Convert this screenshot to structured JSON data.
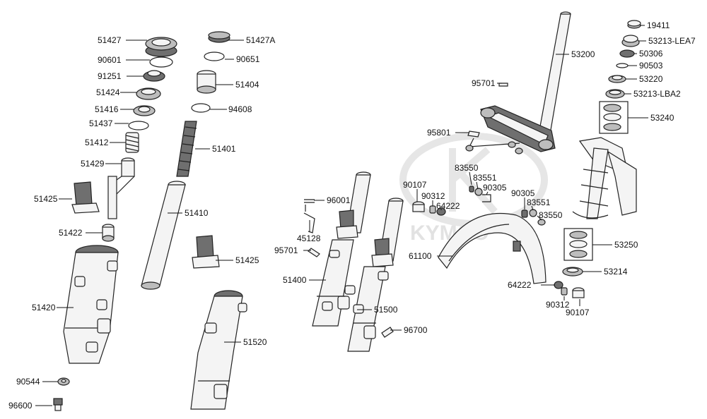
{
  "watermark": "KYMCO",
  "labels": [
    {
      "id": "51427",
      "text": "51427"
    },
    {
      "id": "51427A",
      "text": "51427A"
    },
    {
      "id": "90601",
      "text": "90601"
    },
    {
      "id": "90651",
      "text": "90651"
    },
    {
      "id": "91251",
      "text": "91251"
    },
    {
      "id": "51404",
      "text": "51404"
    },
    {
      "id": "51424",
      "text": "51424"
    },
    {
      "id": "51416",
      "text": "51416"
    },
    {
      "id": "94608",
      "text": "94608"
    },
    {
      "id": "51437",
      "text": "51437"
    },
    {
      "id": "51412",
      "text": "51412"
    },
    {
      "id": "51401",
      "text": "51401"
    },
    {
      "id": "51429",
      "text": "51429"
    },
    {
      "id": "51425a",
      "text": "51425"
    },
    {
      "id": "51410",
      "text": "51410"
    },
    {
      "id": "51422",
      "text": "51422"
    },
    {
      "id": "51425b",
      "text": "51425"
    },
    {
      "id": "51420",
      "text": "51420"
    },
    {
      "id": "51520",
      "text": "51520"
    },
    {
      "id": "90544",
      "text": "90544"
    },
    {
      "id": "96600",
      "text": "96600"
    },
    {
      "id": "96001",
      "text": "96001"
    },
    {
      "id": "45128",
      "text": "45128"
    },
    {
      "id": "95701a",
      "text": "95701"
    },
    {
      "id": "51400",
      "text": "51400"
    },
    {
      "id": "51500",
      "text": "51500"
    },
    {
      "id": "96700",
      "text": "96700"
    },
    {
      "id": "90107a",
      "text": "90107"
    },
    {
      "id": "90312a",
      "text": "90312"
    },
    {
      "id": "64222a",
      "text": "64222"
    },
    {
      "id": "83550a",
      "text": "83550"
    },
    {
      "id": "83551a",
      "text": "83551"
    },
    {
      "id": "90305a",
      "text": "90305"
    },
    {
      "id": "95801",
      "text": "95801"
    },
    {
      "id": "95701b",
      "text": "95701"
    },
    {
      "id": "53200",
      "text": "53200"
    },
    {
      "id": "61100",
      "text": "61100"
    },
    {
      "id": "90305b",
      "text": "90305"
    },
    {
      "id": "83551b",
      "text": "83551"
    },
    {
      "id": "83550b",
      "text": "83550"
    },
    {
      "id": "64222b",
      "text": "64222"
    },
    {
      "id": "90312b",
      "text": "90312"
    },
    {
      "id": "90107b",
      "text": "90107"
    },
    {
      "id": "19411",
      "text": "19411"
    },
    {
      "id": "53213-LEA7",
      "text": "53213-LEA7"
    },
    {
      "id": "50306",
      "text": "50306"
    },
    {
      "id": "90503",
      "text": "90503"
    },
    {
      "id": "53220",
      "text": "53220"
    },
    {
      "id": "53213-LBA2",
      "text": "53213-LBA2"
    },
    {
      "id": "53240",
      "text": "53240"
    },
    {
      "id": "53250",
      "text": "53250"
    },
    {
      "id": "53214",
      "text": "53214"
    }
  ]
}
